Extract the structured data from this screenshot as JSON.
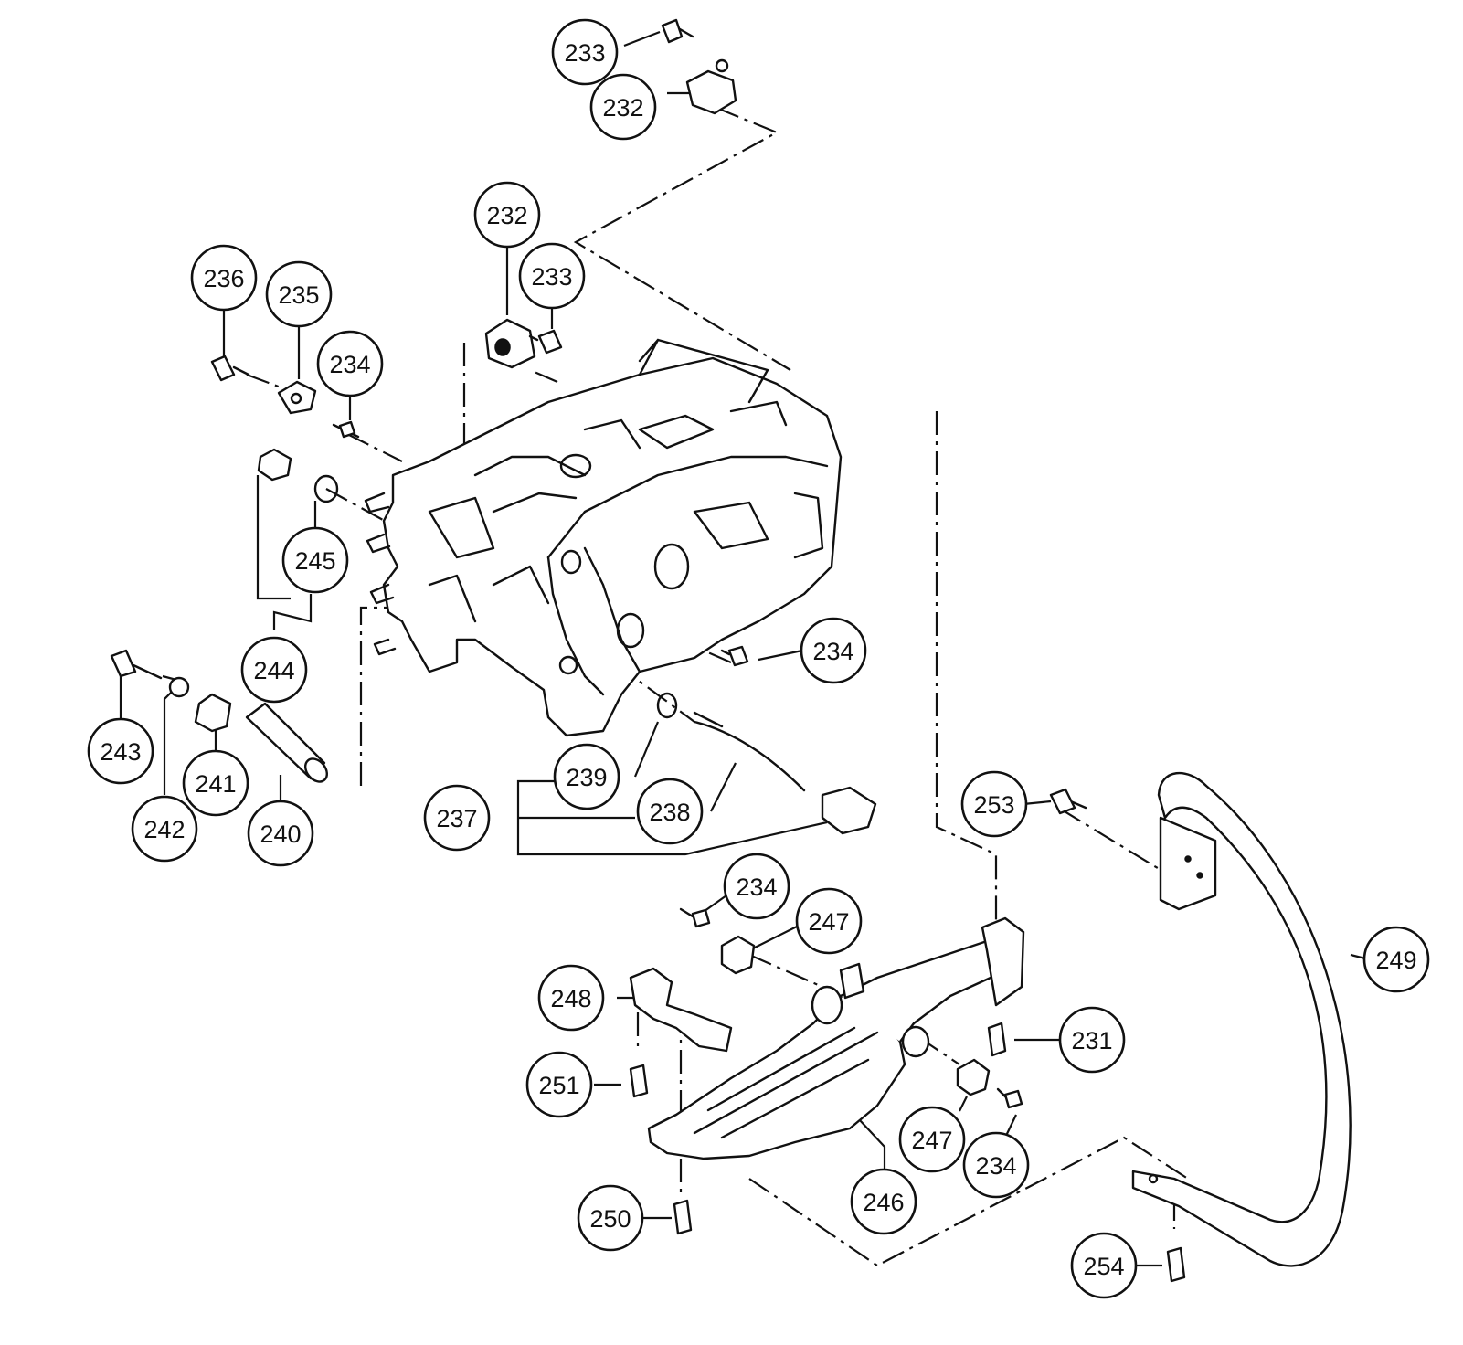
{
  "callouts": [
    {
      "label": "233"
    },
    {
      "label": "232"
    },
    {
      "label": "232"
    },
    {
      "label": "233"
    },
    {
      "label": "236"
    },
    {
      "label": "235"
    },
    {
      "label": "234"
    },
    {
      "label": "245"
    },
    {
      "label": "244"
    },
    {
      "label": "234"
    },
    {
      "label": "243"
    },
    {
      "label": "241"
    },
    {
      "label": "242"
    },
    {
      "label": "240"
    },
    {
      "label": "239"
    },
    {
      "label": "237"
    },
    {
      "label": "238"
    },
    {
      "label": "253"
    },
    {
      "label": "234"
    },
    {
      "label": "247"
    },
    {
      "label": "248"
    },
    {
      "label": "249"
    },
    {
      "label": "231"
    },
    {
      "label": "251"
    },
    {
      "label": "247"
    },
    {
      "label": "234"
    },
    {
      "label": "246"
    },
    {
      "label": "250"
    },
    {
      "label": "254"
    }
  ]
}
